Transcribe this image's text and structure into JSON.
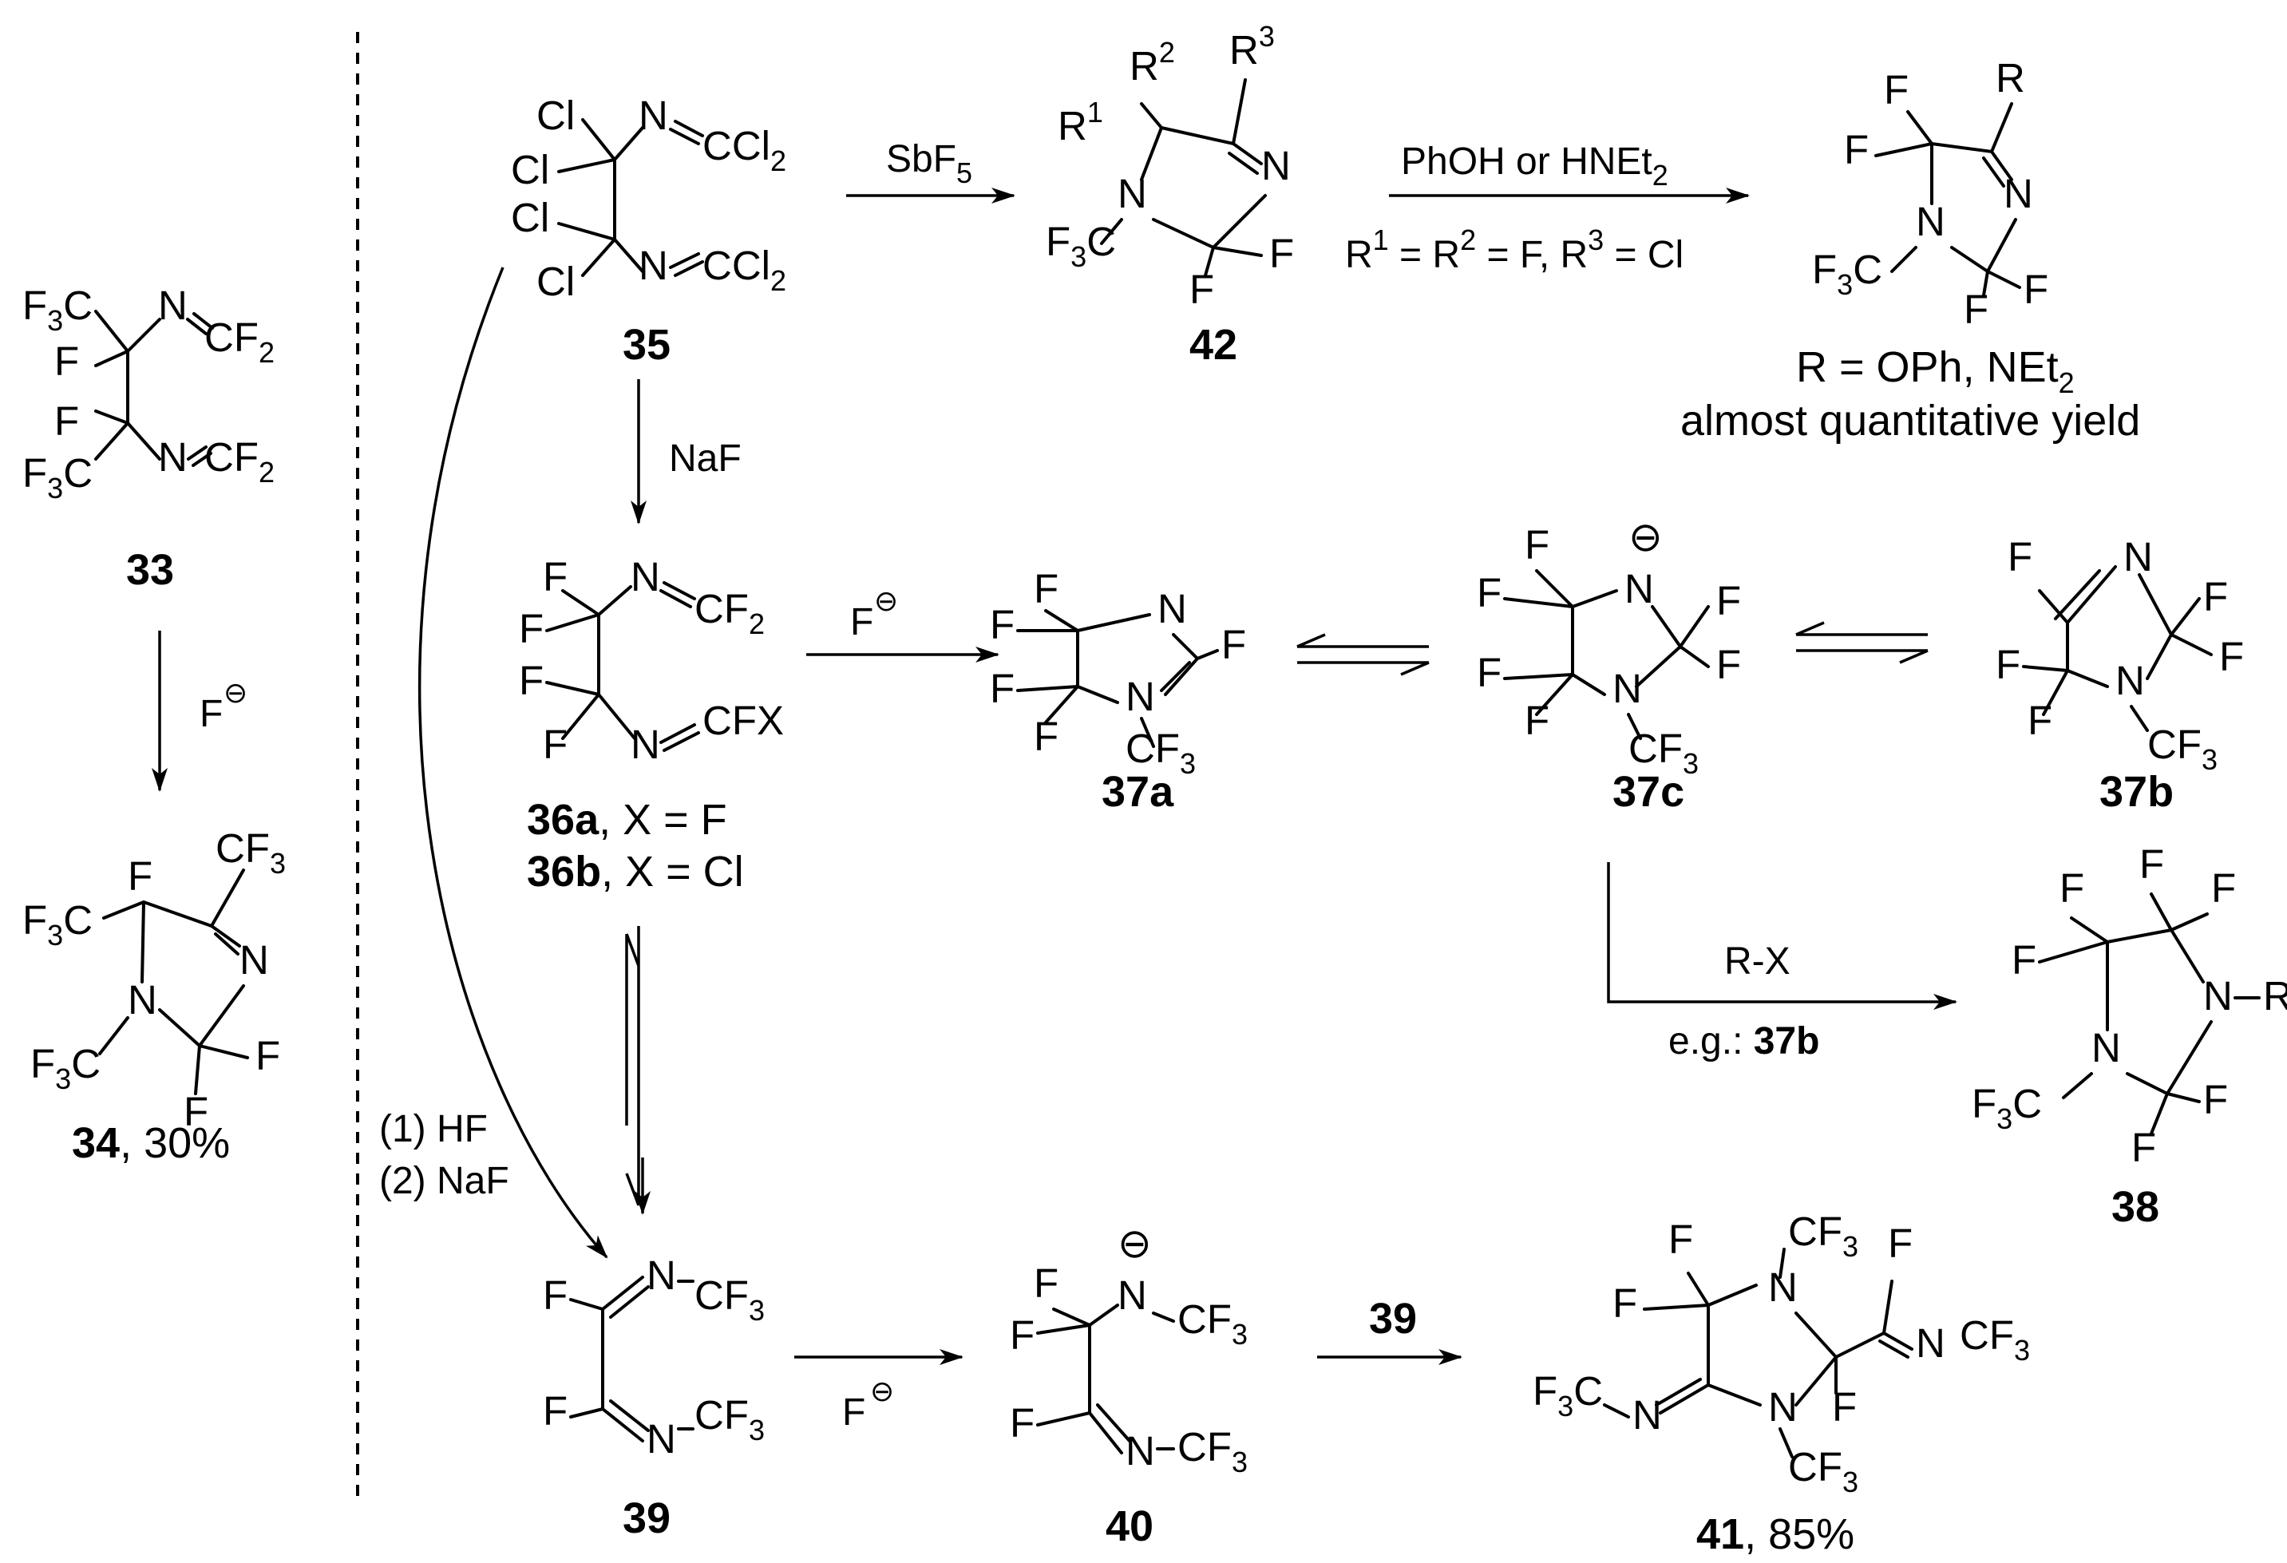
{
  "colors": {
    "ink": "#000000",
    "background": "#ffffff"
  },
  "compounds": {
    "c33": {
      "label": "33"
    },
    "c34": {
      "label": "34",
      "yield": ", 30%"
    },
    "c35": {
      "label": "35"
    },
    "c36a": {
      "label": "36a",
      "desc": ", X = F"
    },
    "c36b": {
      "label": "36b",
      "desc": ", X = Cl"
    },
    "c37a": {
      "label": "37a"
    },
    "c37b": {
      "label": "37b"
    },
    "c37c": {
      "label": "37c"
    },
    "c38": {
      "label": "38"
    },
    "c39": {
      "label": "39"
    },
    "c40": {
      "label": "40"
    },
    "c41": {
      "label": "41",
      "yield": ", 85%"
    },
    "c42": {
      "label": "42"
    }
  },
  "conditions": {
    "sbf5": "SbF",
    "phoh_line1": "PhOH or HNEt",
    "phoh_line2a": "R",
    "phoh_line2b": " = R",
    "phoh_line2c": " = F,  R",
    "phoh_line2d": " = Cl",
    "product_r": "R = OPh, NEt",
    "product_yield": "almost quantitative yield",
    "naf": "NaF",
    "fluoride": "F",
    "hf_step1": "(1) HF",
    "hf_step2": "(2) NaF",
    "rx": "R-X",
    "eg": "e.g.: ",
    "eg_ref": "37b",
    "reagent_39": "39"
  }
}
